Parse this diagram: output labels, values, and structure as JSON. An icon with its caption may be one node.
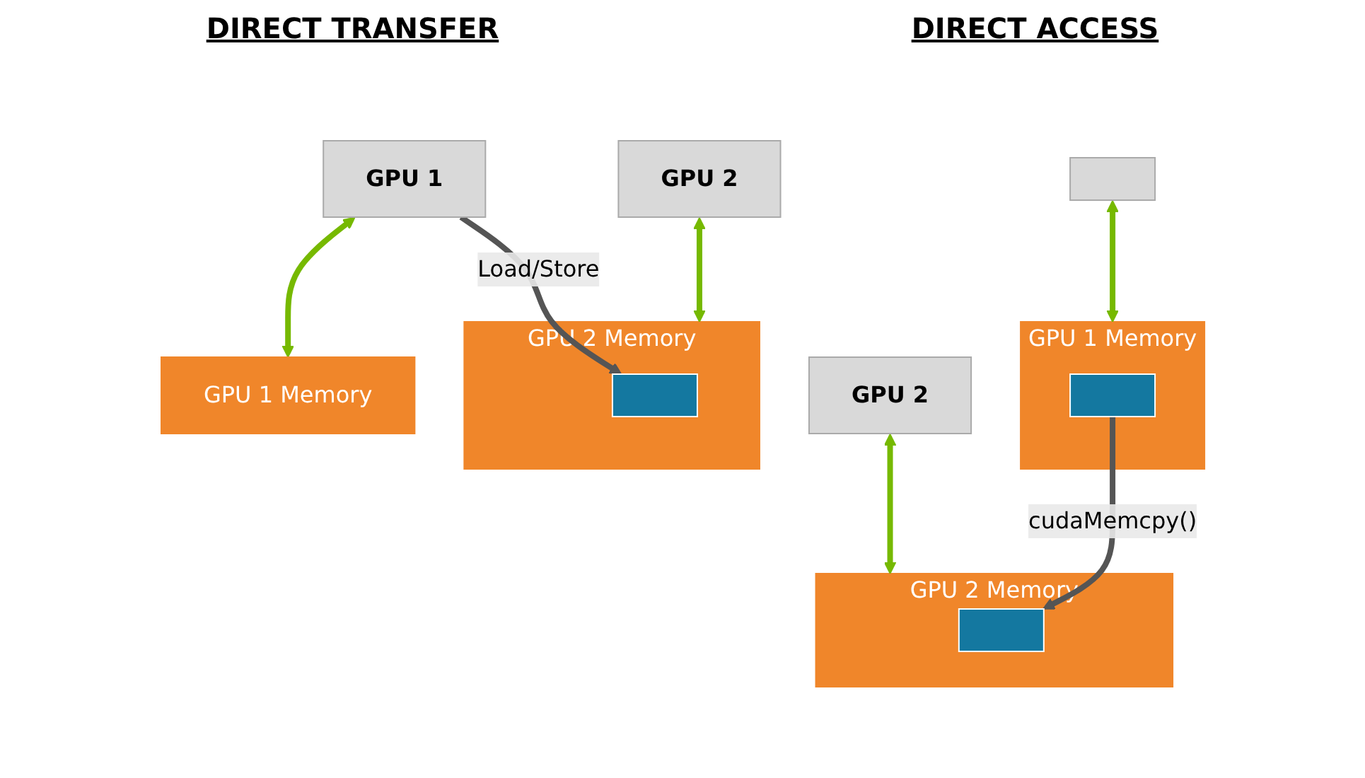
{
  "diagram": {
    "nodes": [
      {
        "text": [],
        "shape": "box"
      },
      {
        "text": [
          "GPU 2"
        ]
      },
      {
        "text": [
          "GPU 1 Memory"
        ]
      },
      {
        "text": [],
        "shape": "box",
        "in": 2
      },
      {
        "text": [
          "GPU 2 Memory"
        ]
      },
      {
        "text": [],
        "shape": "box",
        "in": 4
      },
      {
        "text": [
          "GPU 1"
        ]
      },
      {
        "text": [
          "GPU 2"
        ]
      },
      {
        "text": [
          "GPU 1 Memory"
        ]
      },
      {
        "text": [
          "GPU 2 Memory"
        ]
      },
      {
        "text": [],
        "shape": "box",
        "in": 9
      }
    ],
    "edges": [
      {
        "from": 0,
        "to": 2,
        "arrow": "both"
      },
      {
        "from": 1,
        "to": 4,
        "arrow": "both"
      },
      {
        "from": 3,
        "to": 5,
        "arrow": "to",
        "label": "cudaMemcpy()",
        "color": "#555555"
      },
      {
        "from": 6,
        "to": 8,
        "arrow": "both"
      },
      {
        "from": 7,
        "to": 9,
        "arrow": "both"
      },
      {
        "from": 6,
        "to": 10,
        "arrow": "to",
        "label": "Load/Store",
        "color": "#555555"
      }
    ],
    "labels": [
      "DIRECT TRANSFER",
      "DIRECT ACCESS"
    ]
  }
}
